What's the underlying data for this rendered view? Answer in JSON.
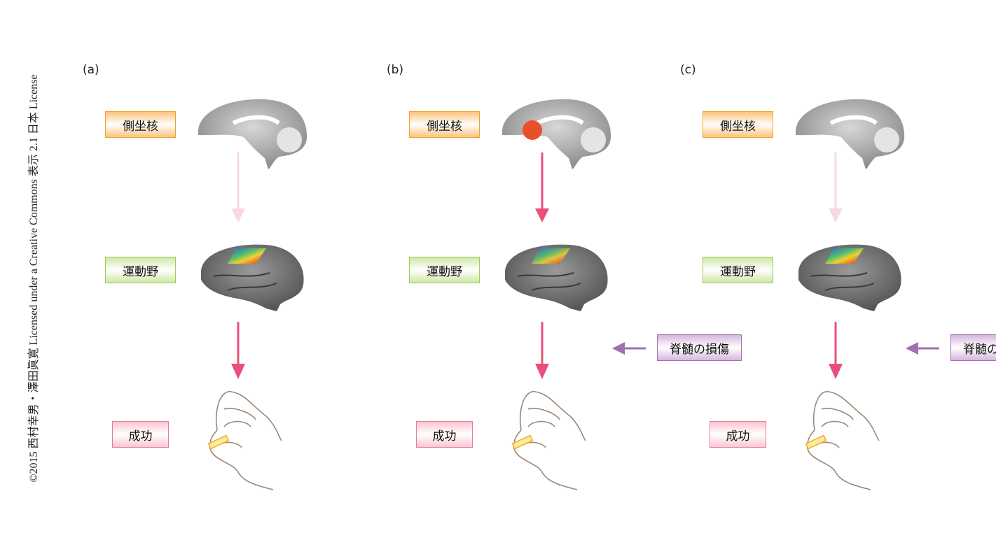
{
  "copyright": "©2015 西村幸男・澤田眞寛 Licensed under a Creative Commons 表示 2.1 日本 License",
  "colors": {
    "arrow_active": "#e8507a",
    "arrow_faint": "#f8d8e0",
    "injury_arrow": "#a070b0",
    "stim": "#e8502a"
  },
  "panels": [
    {
      "id": "a",
      "label": "(a)",
      "nac": "側坐核",
      "motor": "運動野",
      "result": "成功",
      "nac_active": false,
      "injury": null
    },
    {
      "id": "b",
      "label": "(b)",
      "nac": "側坐核",
      "motor": "運動野",
      "result": "成功",
      "nac_active": true,
      "injury": "脊髄の損傷"
    },
    {
      "id": "c",
      "label": "(c)",
      "nac": "側坐核",
      "motor": "運動野",
      "result": "成功",
      "nac_active": false,
      "injury": "脊髄の損傷"
    }
  ]
}
